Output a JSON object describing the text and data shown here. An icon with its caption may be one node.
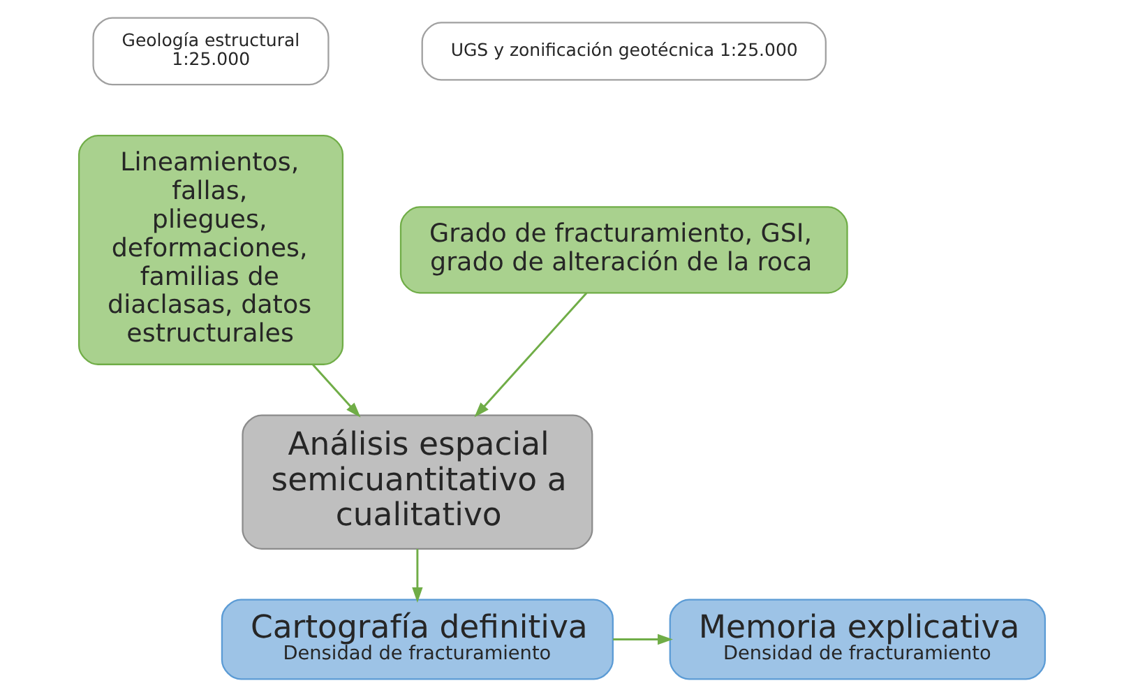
{
  "diagram": {
    "nodes": [
      {
        "text": [
          "Geología estructural 1:25.000"
        ]
      },
      {
        "text": [
          "Lineamientos, fallas, pliegues, deformaciones, familias de diaclasas, datos estructurales"
        ]
      },
      {
        "text": [
          "UGS y zonificación geotécnica 1:25.000"
        ]
      },
      {
        "text": [
          "Grado de fracturamiento, GSI, grado de alteración de la roca"
        ]
      },
      {
        "text": [
          "Análisis espacial semicuantitativo a cualitativo"
        ]
      },
      {
        "text": [
          "Cartografía definitiva",
          "Densidad de fracturamiento"
        ]
      },
      {
        "text": [
          "Memoria explicativa",
          "Densidad de fracturamiento"
        ]
      }
    ],
    "edges": [
      {
        "from": 1,
        "to": 4,
        "arrow": "to"
      },
      {
        "from": 3,
        "to": 4,
        "arrow": "to"
      },
      {
        "from": 4,
        "to": 5,
        "arrow": "to"
      },
      {
        "from": 5,
        "to": 6,
        "arrow": "to"
      }
    ]
  }
}
